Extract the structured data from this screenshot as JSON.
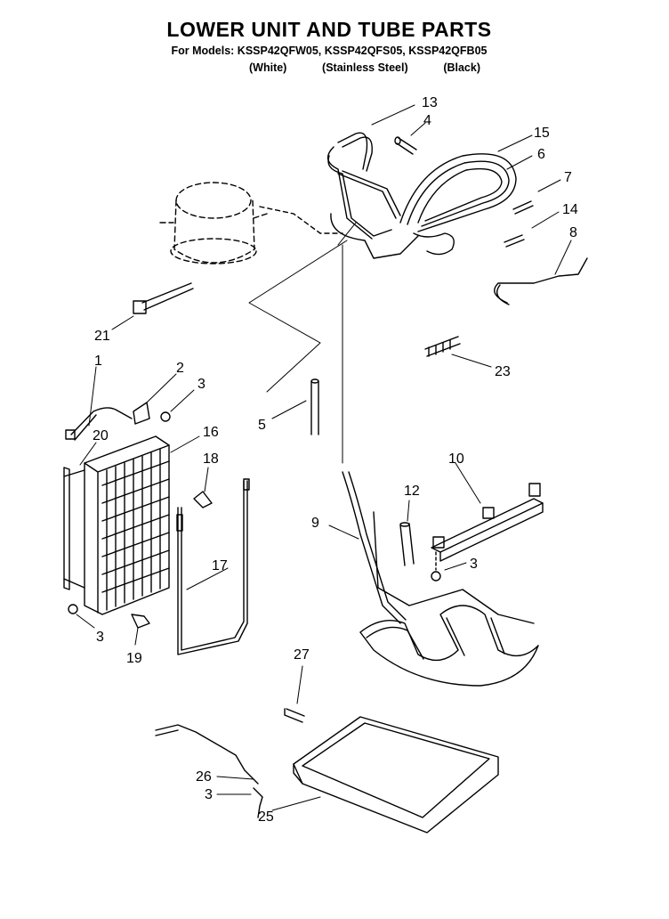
{
  "header": {
    "title": "LOWER UNIT AND TUBE PARTS",
    "models": "For Models: KSSP42QFW05, KSSP42QFS05, KSSP42QFB05",
    "variants": [
      "(White)",
      "(Stainless Steel)",
      "(Black)"
    ]
  },
  "callouts": [
    "13",
    "4",
    "15",
    "6",
    "7",
    "14",
    "8",
    "21",
    "23",
    "1",
    "2",
    "3",
    "5",
    "20",
    "16",
    "18",
    "10",
    "12",
    "9",
    "3",
    "17",
    "3",
    "19",
    "27",
    "26",
    "3",
    "25"
  ]
}
